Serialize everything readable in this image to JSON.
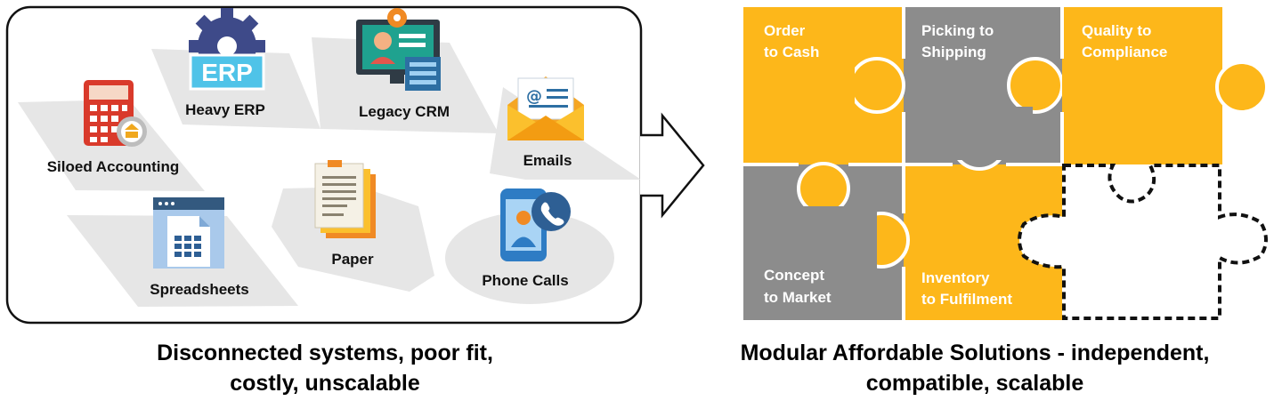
{
  "legacy": {
    "items": [
      {
        "label": "Heavy ERP",
        "icon": "erp-gear-icon"
      },
      {
        "label": "Legacy CRM",
        "icon": "crm-monitor-icon"
      },
      {
        "label": "Siloed Accounting",
        "icon": "calculator-icon"
      },
      {
        "label": "Emails",
        "icon": "envelope-icon"
      },
      {
        "label": "Spreadsheets",
        "icon": "spreadsheet-icon"
      },
      {
        "label": "Paper",
        "icon": "paper-stack-icon"
      },
      {
        "label": "Phone Calls",
        "icon": "phone-icon"
      }
    ],
    "erp_badge": "ERP",
    "caption_line1": "Disconnected systems, poor fit,",
    "caption_line2": "costly, unscalable"
  },
  "modular": {
    "pieces": [
      {
        "line1": "Order",
        "line2": "to Cash",
        "color": "#FDB71A"
      },
      {
        "line1": "Picking to",
        "line2": "Shipping",
        "color": "#8C8C8C"
      },
      {
        "line1": "Quality to",
        "line2": "Compliance",
        "color": "#FDB71A"
      },
      {
        "line1": "Concept",
        "line2": "to Market",
        "color": "#8C8C8C"
      },
      {
        "line1": "Inventory",
        "line2": "to Fulfilment",
        "color": "#FDB71A"
      },
      {
        "line1": "",
        "line2": "",
        "color": "#FFFFFF"
      }
    ],
    "caption_line1": "Modular Affordable Solutions - independent,",
    "caption_line2": "compatible, scalable"
  },
  "colors": {
    "yellow": "#FDB71A",
    "gray": "#8C8C8C",
    "tile": "#E6E6E6"
  }
}
